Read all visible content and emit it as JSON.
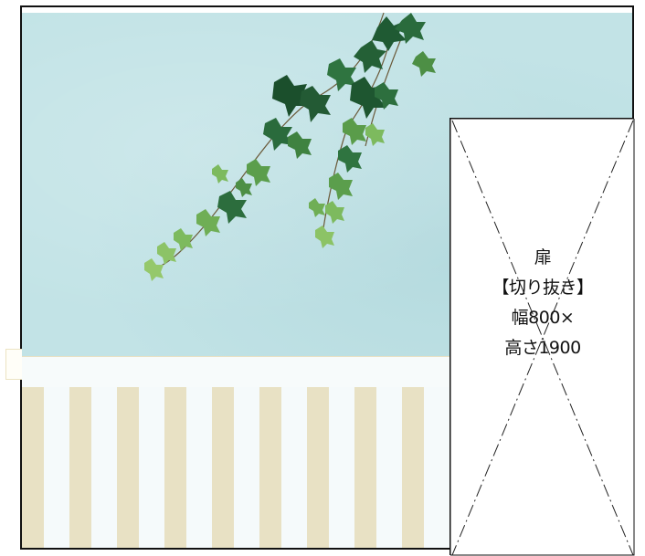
{
  "door": {
    "name": "扉",
    "cut_note": "【切り抜き】",
    "width_label": "幅800×",
    "height_label": "高さ1900"
  },
  "colors": {
    "wall_upper": "#c2e3e6",
    "stripe_beige": "#e8e1c4",
    "stripe_white": "#f5fafb",
    "ivy_dark": "#1f5a33",
    "ivy_light": "#6fae55"
  }
}
